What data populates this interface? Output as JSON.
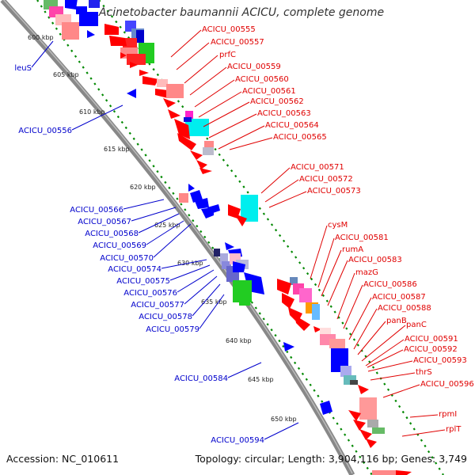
{
  "title": "Acinetobacter baumannii ACICU, complete genome",
  "accession_text": "Accession: NC_010611",
  "topology_text": "Topology: circular; Length: 3,904,116 bp; Genes: 3,749",
  "ticks": [
    "600 kbp",
    "605 kbp",
    "610 kbp",
    "615 kbp",
    "620 kbp",
    "625 kbp",
    "630 kbp",
    "635 kbp",
    "640 kbp",
    "645 kbp",
    "650 kbp"
  ],
  "red_labels": [
    "ACICU_00555",
    "ACICU_00557",
    "prfC",
    "ACICU_00559",
    "ACICU_00560",
    "ACICU_00561",
    "ACICU_00562",
    "ACICU_00563",
    "ACICU_00564",
    "ACICU_00565",
    "ACICU_00571",
    "ACICU_00572",
    "ACICU_00573",
    "cysM",
    "ACICU_00581",
    "rumA",
    "ACICU_00583",
    "mazG",
    "ACICU_00586",
    "ACICU_00587",
    "ACICU_00588",
    "panB",
    "panC",
    "ACICU_00591",
    "ACICU_00592",
    "ACICU_00593",
    "thrS",
    "ACICU_00596",
    "rpmI",
    "rplT"
  ],
  "blue_labels": [
    "leuS",
    "ACICU_00556",
    "ACICU_00566",
    "ACICU_00567",
    "ACICU_00568",
    "ACICU_00569",
    "ACICU_00570",
    "ACICU_00574",
    "ACICU_00575",
    "ACICU_00576",
    "ACICU_00577",
    "ACICU_00578",
    "ACICU_00579",
    "ACICU_00584",
    "ACICU_00594"
  ],
  "colors": {
    "forward_cds": "#ff0000",
    "reverse_cds": "#0000ff",
    "backbone": "#888888",
    "tick_dots": "#008800",
    "label_red": "#e00000",
    "label_blue": "#0000cc"
  }
}
